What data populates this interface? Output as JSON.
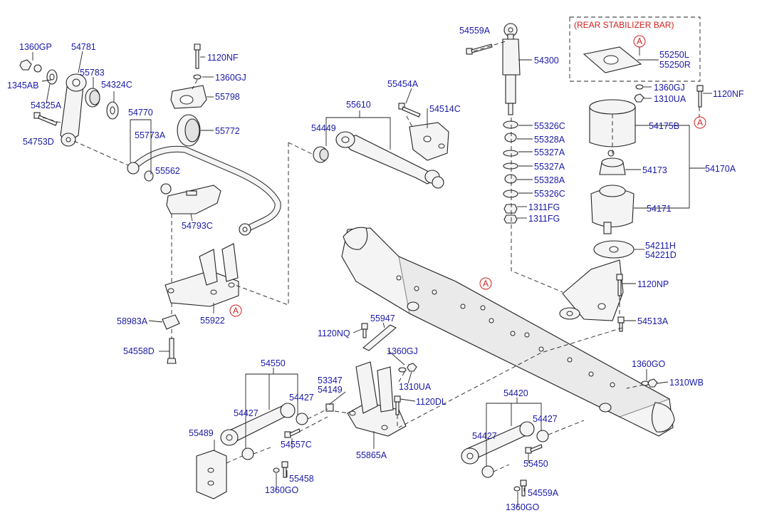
{
  "labels": {
    "p1360GP": "1360GP",
    "p1345AB": "1345AB",
    "p54325A": "54325A",
    "p54753D": "54753D",
    "p54781": "54781",
    "p55783": "55783",
    "p54324C": "54324C",
    "p54770": "54770",
    "p55773A": "55773A",
    "p1120NF_a": "1120NF",
    "p1360GJ_a": "1360GJ",
    "p55798": "55798",
    "p55772": "55772",
    "p55562": "55562",
    "p54793C": "54793C",
    "p58983A": "58983A",
    "p55922": "55922",
    "p54558D": "54558D",
    "p55610": "55610",
    "p55454A": "55454A",
    "p54449": "54449",
    "p54514C": "54514C",
    "p54559A_top": "54559A",
    "p54300": "54300",
    "p55326C_a": "55326C",
    "p55328A_a": "55328A",
    "p55327A_a": "55327A",
    "p55327A_b": "55327A",
    "p55328A_b": "55328A",
    "p55326C_b": "55326C",
    "p1311FG_a": "1311FG",
    "p1311FG_b": "1311FG",
    "rear_stab_title": "(REAR STABILIZER BAR)",
    "p55250L": "55250L",
    "p55250R": "55250R",
    "p1360GJ_b": "1360GJ",
    "p1310UA_a": "1310UA",
    "p1120NF_b": "1120NF",
    "p54175B": "54175B",
    "p54173": "54173",
    "p54170A": "54170A",
    "p54171": "54171",
    "p54211H": "54211H",
    "p54221D": "54221D",
    "p1120NP": "1120NP",
    "p54513A": "54513A",
    "p55947": "55947",
    "p1120NQ": "1120NQ",
    "p1360GJ_c": "1360GJ",
    "p53347": "53347",
    "p54149": "54149",
    "p1310UA_b": "1310UA",
    "p1120DL": "1120DL",
    "p55865A": "55865A",
    "p54550": "54550",
    "p54427_a": "54427",
    "p54427_b": "54427",
    "p55489": "55489",
    "p54557C": "54557C",
    "p55458": "55458",
    "p1360GO_a": "1360GO",
    "p54420": "54420",
    "p54427_c": "54427",
    "p54427_d": "54427",
    "p55450": "55450",
    "p54559A_bot": "54559A",
    "p1360GO_b": "1360GO",
    "p1360GO_c": "1360GO",
    "p1310WB": "1310WB"
  },
  "ref_marker": "A",
  "colors": {
    "label": "#1a1aa8",
    "ref": "#d22020",
    "line": "#222222"
  }
}
